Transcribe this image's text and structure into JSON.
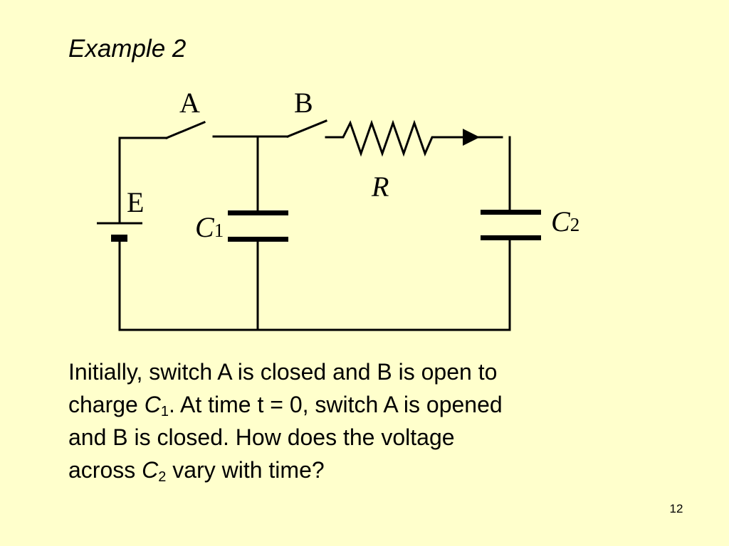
{
  "slide": {
    "title": "Example 2",
    "page_number": "12"
  },
  "circuit": {
    "switch_a_label": "A",
    "switch_b_label": "B",
    "battery_label": "E",
    "resistor_label": "R",
    "capacitor1": {
      "symbol": "C",
      "subscript": "1"
    },
    "capacitor2": {
      "symbol": "C",
      "subscript": "2"
    }
  },
  "question": {
    "line1": "Initially, switch A is closed and B is open to",
    "line2_before": "charge ",
    "line2_var": "C",
    "line2_sub": "1",
    "line2_after": ".  At time t = 0, switch A is opened",
    "line3": "and B is closed.  How does the voltage",
    "line4_before": "across ",
    "line4_var": "C",
    "line4_sub": "2",
    "line4_after": " vary with time?"
  }
}
